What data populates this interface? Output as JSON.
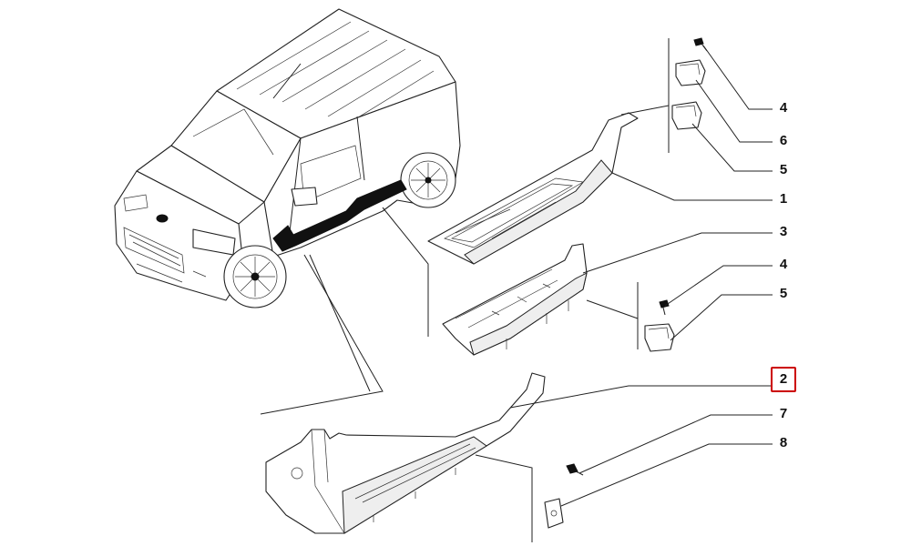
{
  "callouts": [
    {
      "number": "4"
    },
    {
      "number": "6"
    },
    {
      "number": "5"
    },
    {
      "number": "1"
    },
    {
      "number": "3"
    },
    {
      "number": "4"
    },
    {
      "number": "5"
    },
    {
      "number": "2",
      "highlighted": true
    },
    {
      "number": "7"
    },
    {
      "number": "8"
    }
  ],
  "colors": {
    "line": "#222222",
    "highlight": "#cc0000",
    "background": "#ffffff"
  }
}
